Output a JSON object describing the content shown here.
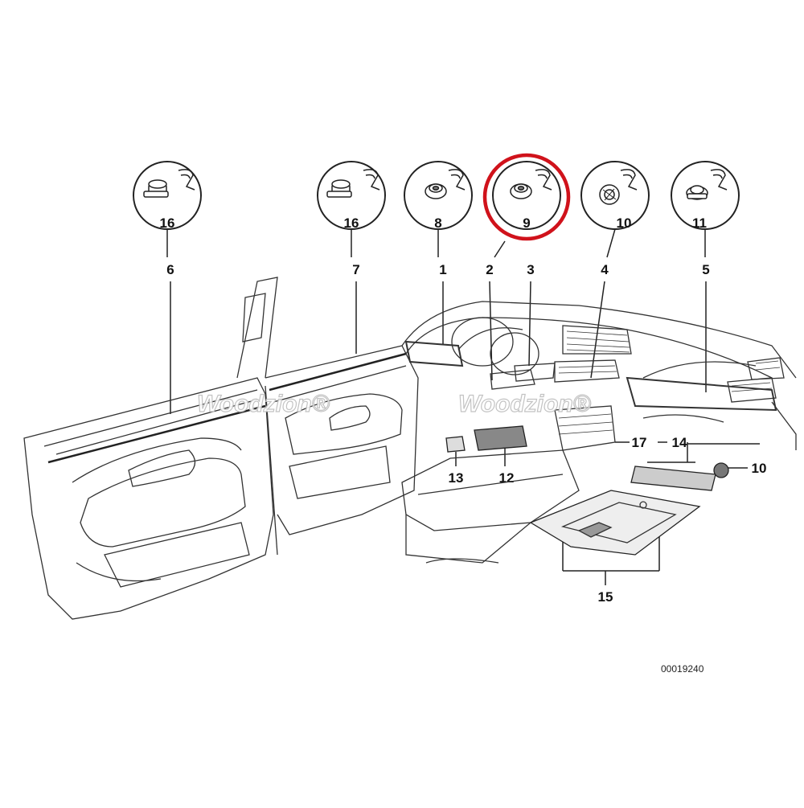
{
  "diagram": {
    "callouts": [
      {
        "id": "6",
        "label": "6"
      },
      {
        "id": "7",
        "label": "7"
      },
      {
        "id": "1",
        "label": "1"
      },
      {
        "id": "2",
        "label": "2"
      },
      {
        "id": "3",
        "label": "3"
      },
      {
        "id": "4",
        "label": "4"
      },
      {
        "id": "5",
        "label": "5"
      },
      {
        "id": "17",
        "label": "17"
      },
      {
        "id": "14",
        "label": "14"
      },
      {
        "id": "10",
        "label": "10"
      },
      {
        "id": "13",
        "label": "13"
      },
      {
        "id": "12",
        "label": "12"
      },
      {
        "id": "15",
        "label": "15"
      }
    ],
    "detail_bubbles": [
      {
        "label": "16",
        "part": "clip"
      },
      {
        "label": "16",
        "part": "clip"
      },
      {
        "label": "8",
        "part": "clip"
      },
      {
        "label": "9",
        "part": "clip",
        "highlighted": true
      },
      {
        "label": "10",
        "part": "round-clip"
      },
      {
        "label": "11",
        "part": "clip"
      }
    ],
    "watermarks": [
      "Woodzion®",
      "Woodzion®"
    ],
    "drawing_code": "00019240",
    "highlight_color": "#d0121b",
    "line_color": "#222222"
  }
}
